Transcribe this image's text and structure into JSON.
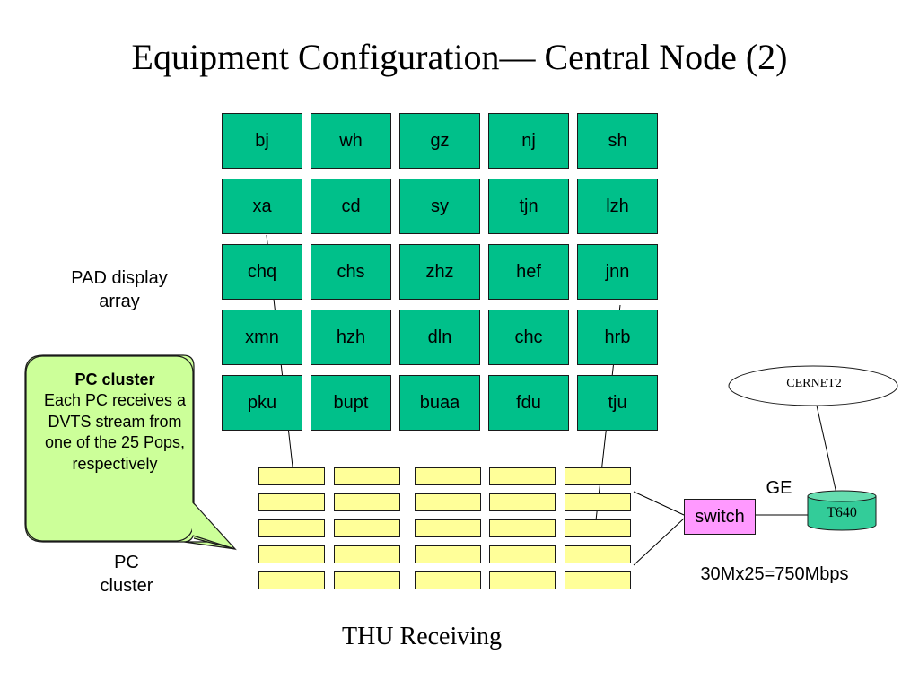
{
  "title": "Equipment Configuration— Central Node (2)",
  "pad_rows": [
    [
      "bj",
      "wh",
      "gz",
      "nj",
      "sh"
    ],
    [
      "xa",
      "cd",
      "sy",
      "tjn",
      "lzh"
    ],
    [
      "chq",
      "chs",
      "zhz",
      "hef",
      "jnn"
    ],
    [
      "xmn",
      "hzh",
      "dln",
      "chc",
      "hrb"
    ],
    [
      "pku",
      "bupt",
      "buaa",
      "fdu",
      "tju"
    ]
  ],
  "pad_label": "PAD display array",
  "callout": {
    "heading": "PC cluster",
    "body": "Each  PC receives a DVTS stream from one of the 25 Pops, respectively"
  },
  "pc_cluster_label": "PC cluster",
  "switch_label": "switch",
  "ge_label": "GE",
  "cernet_label": "CERNET2",
  "t640_label": "T640",
  "bandwidth_label": "30Mx25=750Mbps",
  "bottom_title": "THU Receiving",
  "colors": {
    "pad": "#00c08a",
    "pc": "#ffff99",
    "switch": "#ff99ff",
    "callout": "#ccff99",
    "t640": "#33cc99"
  }
}
